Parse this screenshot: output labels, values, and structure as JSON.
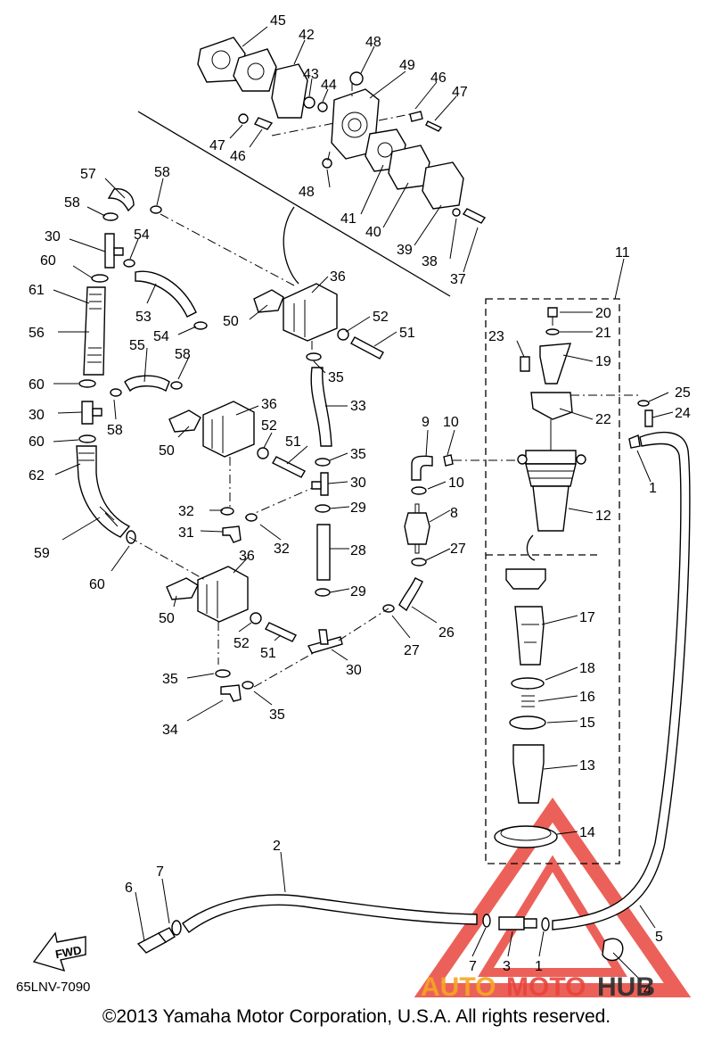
{
  "diagram": {
    "code": "65LNV-7090",
    "fwd_label": "FWD",
    "copyright": "©2013 Yamaha Motor Corporation, U.S.A. All rights reserved.",
    "watermark": {
      "auto": "AUTO",
      "moto": "MOTO",
      "hub": "HUB",
      "colors": {
        "auto": "#f5a623",
        "moto": "#e8453c",
        "hub": "#2b2b2b",
        "triangle": "#e8453c"
      }
    },
    "labels": {
      "l45": "45",
      "l42": "42",
      "l48a": "48",
      "l49": "49",
      "l43": "43",
      "l44": "44",
      "l46a": "46",
      "l47a": "47",
      "l47b": "47",
      "l46b": "46",
      "l48b": "48",
      "l41": "41",
      "l40": "40",
      "l39": "39",
      "l38": "38",
      "l37": "37",
      "l57": "57",
      "l58a": "58",
      "l58b": "58",
      "l30a": "30",
      "l54a": "54",
      "l60a": "60",
      "l61": "61",
      "l53": "53",
      "l36a": "36",
      "l50a": "50",
      "l52a": "52",
      "l54b": "54",
      "l51a": "51",
      "l56": "56",
      "l55": "55",
      "l58c": "58",
      "l35a": "35",
      "l11": "11",
      "l20": "20",
      "l21": "21",
      "l23": "23",
      "l19": "19",
      "l60b": "60",
      "l30b": "30",
      "l58d": "58",
      "l36b": "36",
      "l33": "33",
      "l25": "25",
      "l22": "22",
      "l24": "24",
      "l60c": "60",
      "l50b": "50",
      "l52b": "52",
      "l51b": "51",
      "l9": "9",
      "l10a": "10",
      "l35b": "35",
      "l62": "62",
      "l30c": "30",
      "l10b": "10",
      "l1a": "1",
      "l12": "12",
      "l32a": "32",
      "l29a": "29",
      "l8": "8",
      "l31": "31",
      "l32b": "32",
      "l59": "59",
      "l28": "28",
      "l27a": "27",
      "l60d": "60",
      "l36c": "36",
      "l29b": "29",
      "l50c": "50",
      "l17": "17",
      "l27b": "27",
      "l26": "26",
      "l52c": "52",
      "l51c": "51",
      "l30d": "30",
      "l18": "18",
      "l35c": "35",
      "l16": "16",
      "l35d": "35",
      "l15": "15",
      "l34": "34",
      "l13": "13",
      "l14": "14",
      "l2": "2",
      "l7a": "7",
      "l6": "6",
      "l5": "5",
      "l7b": "7",
      "l3": "3",
      "l1b": "1",
      "l4": "4"
    }
  }
}
